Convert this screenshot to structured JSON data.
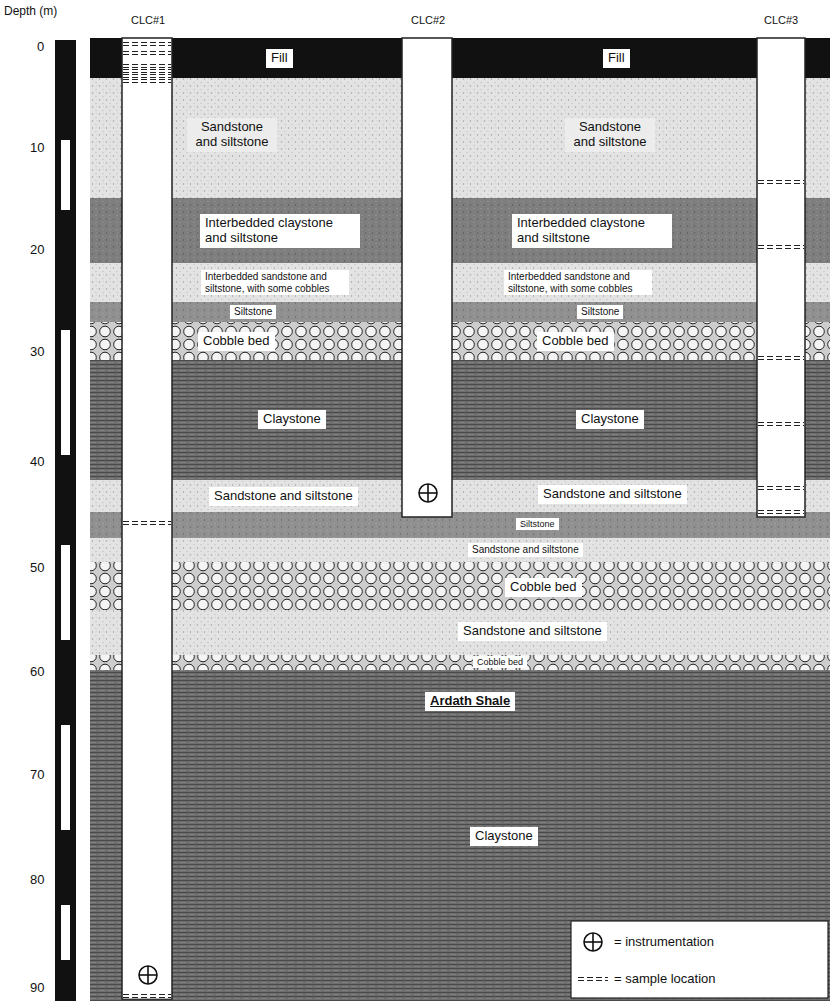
{
  "diagram": {
    "nodes": [
      {
        "text": [
          "Fill"
        ]
      },
      {
        "text": [
          "Fill"
        ]
      },
      {
        "text": [
          "Sandstone and siltstone"
        ]
      },
      {
        "text": [
          "Sandstone and siltstone"
        ]
      },
      {
        "text": [
          "Interbedded claystone and siltstone"
        ]
      },
      {
        "text": [
          "Interbedded claystone and siltstone"
        ]
      },
      {
        "text": [
          "Interbedded sandstone and siltstone, with some cobbles"
        ]
      },
      {
        "text": [
          "Interbedded sandstone and siltstone, with some cobbles"
        ]
      },
      {
        "text": [
          "Siltstone"
        ]
      },
      {
        "text": [
          "Siltstone"
        ]
      },
      {
        "text": [
          "Cobble bed"
        ]
      },
      {
        "text": [
          "Cobble bed"
        ]
      },
      {
        "text": [
          "Claystone"
        ]
      },
      {
        "text": [
          "Claystone"
        ]
      },
      {
        "text": [
          "Sandstone and siltstone"
        ]
      },
      {
        "text": [
          "Sandstone and siltstone"
        ]
      },
      {
        "text": [
          "Siltstone"
        ]
      },
      {
        "text": [
          "Sandstone and siltstone"
        ]
      },
      {
        "text": [
          "Cobble bed"
        ]
      },
      {
        "text": [
          "Sandstone and siltstone"
        ]
      },
      {
        "text": [
          "Cobble bed"
        ]
      },
      {
        "text": [
          "Ardath Shale"
        ]
      },
      {
        "text": [
          "Claystone"
        ]
      }
    ],
    "labels": [
      "Depth (m)",
      "0",
      "10",
      "20",
      "30",
      "40",
      "50",
      "60",
      "70",
      "80",
      "90",
      "CLC#1",
      "CLC#2",
      "CLC#3"
    ],
    "legend": [
      {
        "text": "= instrumentation"
      },
      {
        "text": "= sample location"
      }
    ]
  }
}
